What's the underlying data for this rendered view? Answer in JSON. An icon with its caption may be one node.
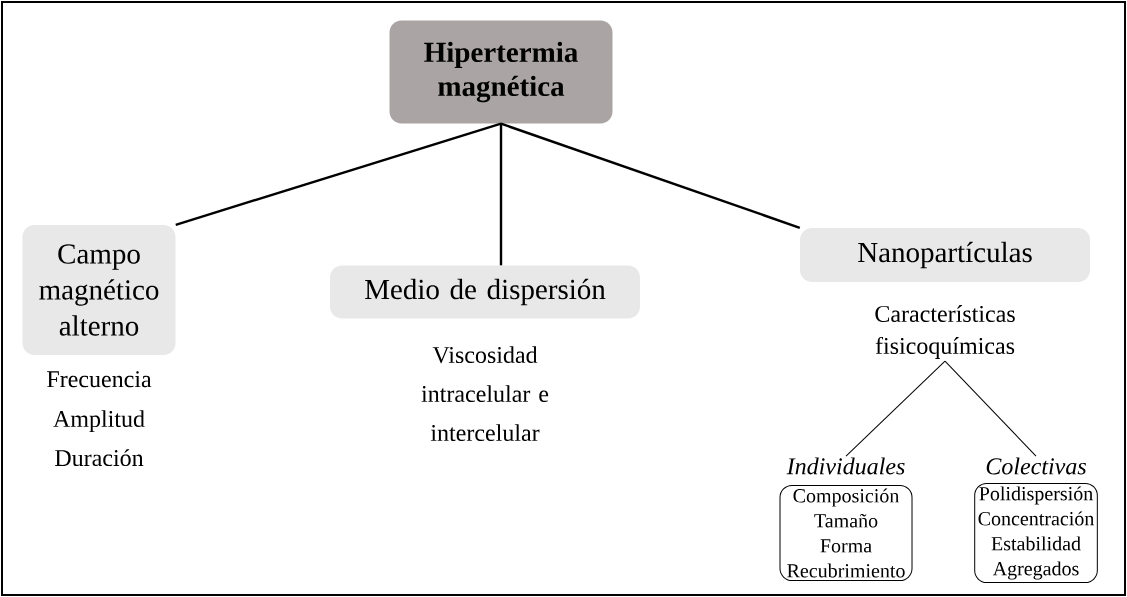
{
  "diagram": {
    "nodes": [
      {
        "text": [
          "Hipertermia magnética"
        ]
      },
      {
        "text": [
          "Campo magnético alterno"
        ],
        "beside": [
          "Frecuencia",
          "Amplitud",
          "Duración"
        ]
      },
      {
        "text": [
          "Medio de dispersión"
        ],
        "beside": [
          "Viscosidad intracelular e intercelular"
        ]
      },
      {
        "text": [
          "Nanopartículas"
        ]
      },
      {
        "text": [
          "Características fisicoquímicas"
        ]
      },
      {
        "text": [
          "Individuales",
          "Composición",
          "Tamaño",
          "Forma",
          "Recubrimiento"
        ]
      },
      {
        "text": [
          "Colectivas",
          "Polidispersión",
          "Concentración",
          "Estabilidad",
          "Agregados"
        ]
      }
    ],
    "edges": [
      {
        "from": 0,
        "to": 1,
        "arrow": "none"
      },
      {
        "from": 0,
        "to": 2,
        "arrow": "none"
      },
      {
        "from": 0,
        "to": 3,
        "arrow": "none"
      },
      {
        "from": 4,
        "to": 5,
        "arrow": "none"
      },
      {
        "from": 4,
        "to": 6,
        "arrow": "none"
      }
    ]
  }
}
